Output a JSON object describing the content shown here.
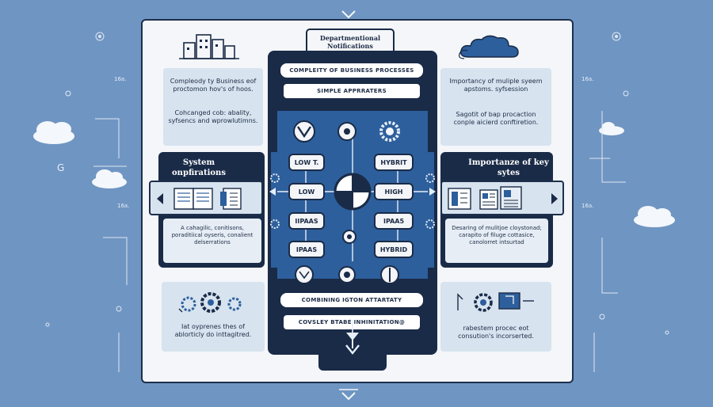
{
  "header": {
    "title": "Departmentional Notifications"
  },
  "center": {
    "top_bar": "COMPLEITY OF BUSINESS PROCESSES",
    "top_sub": "SIMPLE APPRRATERS",
    "left_nodes": [
      "LOW T.",
      "LOW",
      "IIPAAS",
      "IPAAS"
    ],
    "right_nodes": [
      "HYBRIT",
      "HIGH",
      "IPAA5",
      "HYBRID"
    ],
    "bottom_bar": "COMBINING IGTON ATTARTATY",
    "bottom_sub": "COVSLEY BTABE INHINITATION@"
  },
  "left_panels": {
    "top_text_1": "Compleody ty Business eof proctomon hov's of hoos.",
    "top_text_2": "Cohcanged cob: abality, syfsencs and wprowlutimns.",
    "mid_title": "System onpfirations",
    "mid_text": "A cahagilic, conitisons, poraditiical oyseris, conalient delserrations",
    "bottom_text": "Iat oyprenes thes of ablorticly do inttagitred."
  },
  "right_panels": {
    "top_text_1": "Importancy of muliple syeem apstoms. syfsession",
    "top_text_2": "Sagotit of bap procaction conple aicierd conftiretion.",
    "mid_title": "Importanze of key sytes",
    "mid_text": "Desaring of mulitjoe cloystonad; carapito of filuge cottasice, canolorret intsurtad",
    "bottom_text": "rabestem procec eot consution's incorserted."
  },
  "side_labels": {
    "left_1": "16a.",
    "left_2": "16a.",
    "right_1": "16a.",
    "right_2": "16a."
  },
  "colors": {
    "background": "#6f95c2",
    "navy": "#1a2b47",
    "center_blue": "#2d5f9c",
    "panel": "#d7e3ef"
  }
}
